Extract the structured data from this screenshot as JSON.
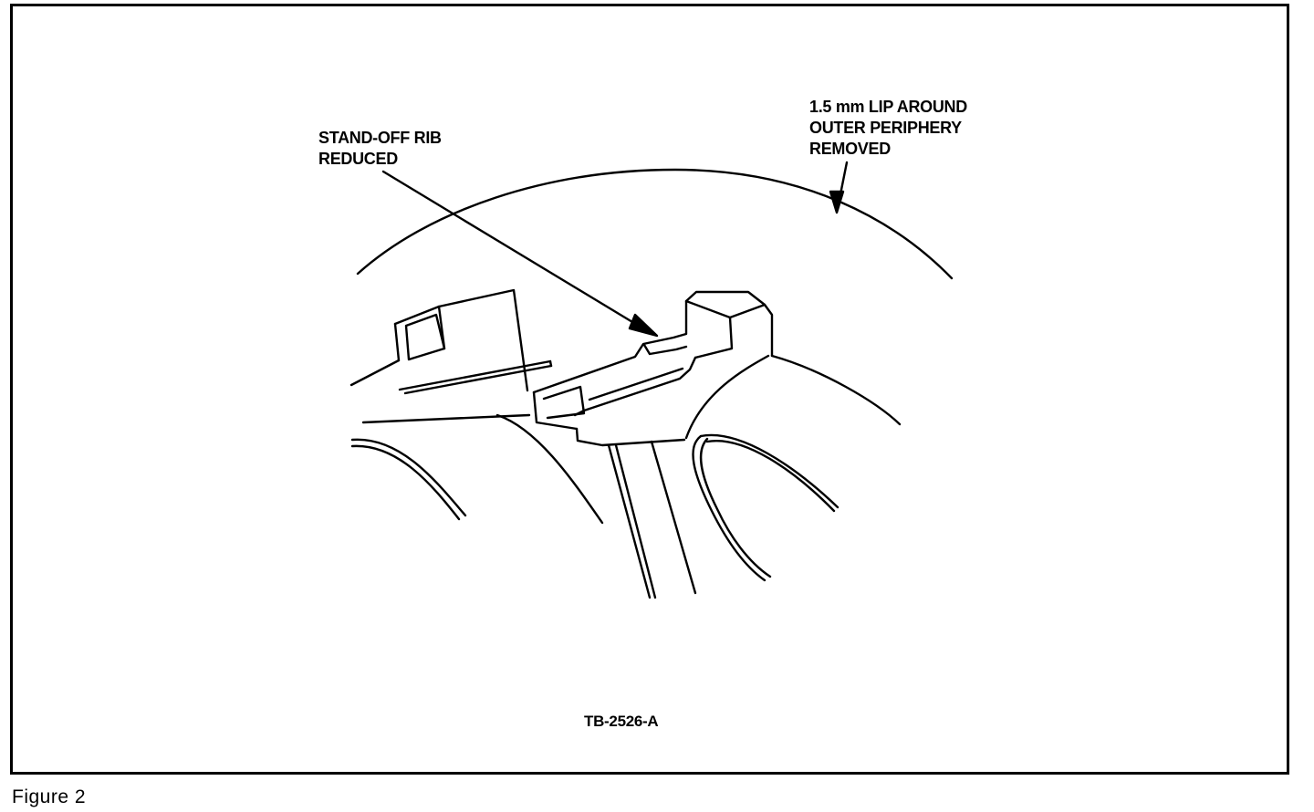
{
  "figure": {
    "caption": "Figure 2",
    "drawing_code": "TB-2526-A"
  },
  "callouts": {
    "standoff_rib": {
      "line1": "STAND-OFF RIB",
      "line2": "REDUCED"
    },
    "outer_lip": {
      "line1": "1.5 mm LIP AROUND",
      "line2": "OUTER PERIPHERY",
      "line3": "REMOVED"
    }
  },
  "colors": {
    "ink": "#000000",
    "paper": "#ffffff"
  }
}
